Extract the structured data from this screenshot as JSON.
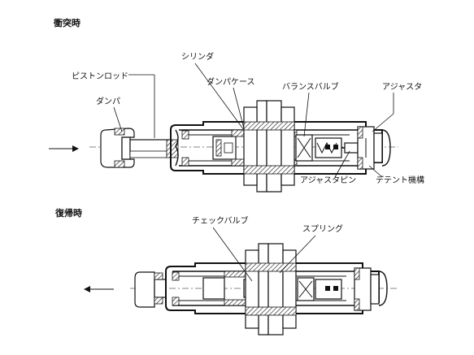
{
  "sections": {
    "impact": {
      "title": "衝突時"
    },
    "return": {
      "title": "復帰時"
    }
  },
  "labels": {
    "piston_rod": "ピストンロッド",
    "cylinder": "シリンダ",
    "damper_case": "ダンパケース",
    "balance_valve": "バランスバルブ",
    "adjuster": "アジャスタ",
    "damper": "ダンパ",
    "adjuster_pin": "アジャスタピン",
    "detent_mechanism": "デテント機構",
    "check_valve": "チェックバルブ",
    "spring": "スプリング"
  },
  "arrows": {
    "impact": {
      "direction": "right"
    },
    "return": {
      "direction": "left"
    }
  },
  "icons": {
    "arrow_right": "arrow-right-icon",
    "arrow_left": "arrow-left-icon"
  }
}
